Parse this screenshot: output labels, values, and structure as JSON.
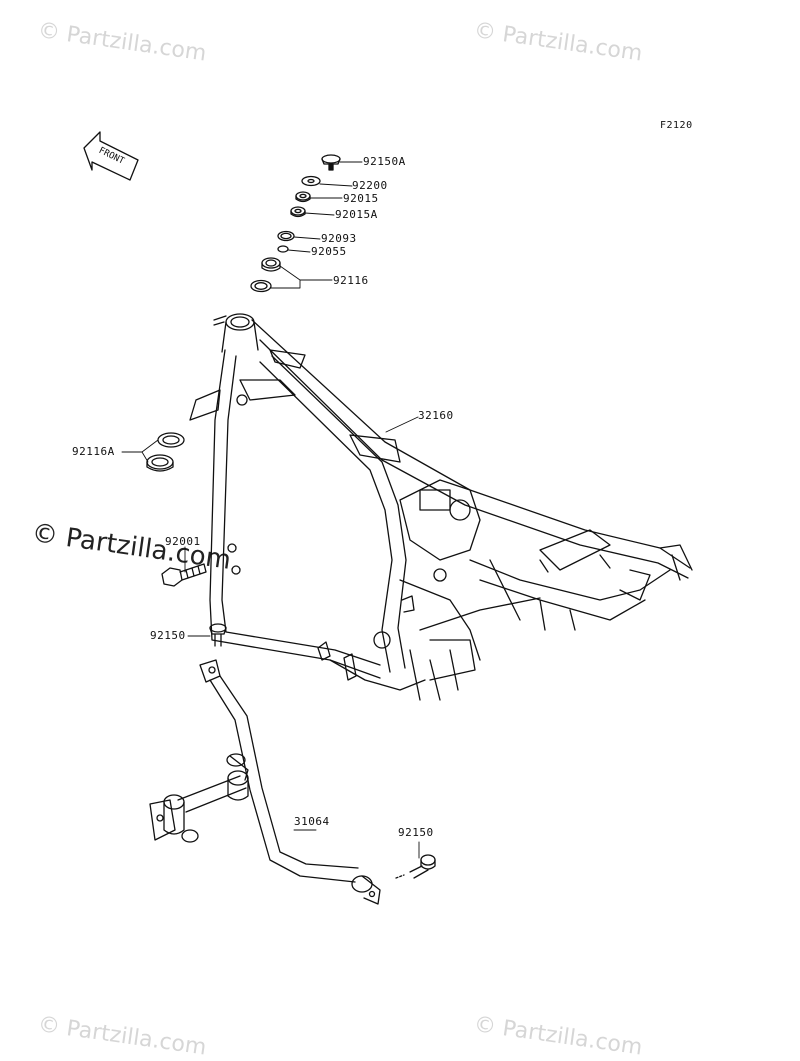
{
  "figure_code": "F2120",
  "front_label": "FRONT",
  "watermarks": {
    "top_left": "© Partzilla.com",
    "top_right": "© Partzilla.com",
    "middle_left": "© Partzilla.com",
    "bottom_left": "© Partzilla.com",
    "bottom_right": "© Partzilla.com"
  },
  "callouts": {
    "c92150A": "92150A",
    "c92200": "92200",
    "c92015": "92015",
    "c92015A": "92015A",
    "c92093": "92093",
    "c92055": "92055",
    "c92116": "92116",
    "c32160": "32160",
    "c92116A": "92116A",
    "c92001": "92001",
    "c92150_upper": "92150",
    "c31064": "31064",
    "c92150_lower": "92150"
  }
}
